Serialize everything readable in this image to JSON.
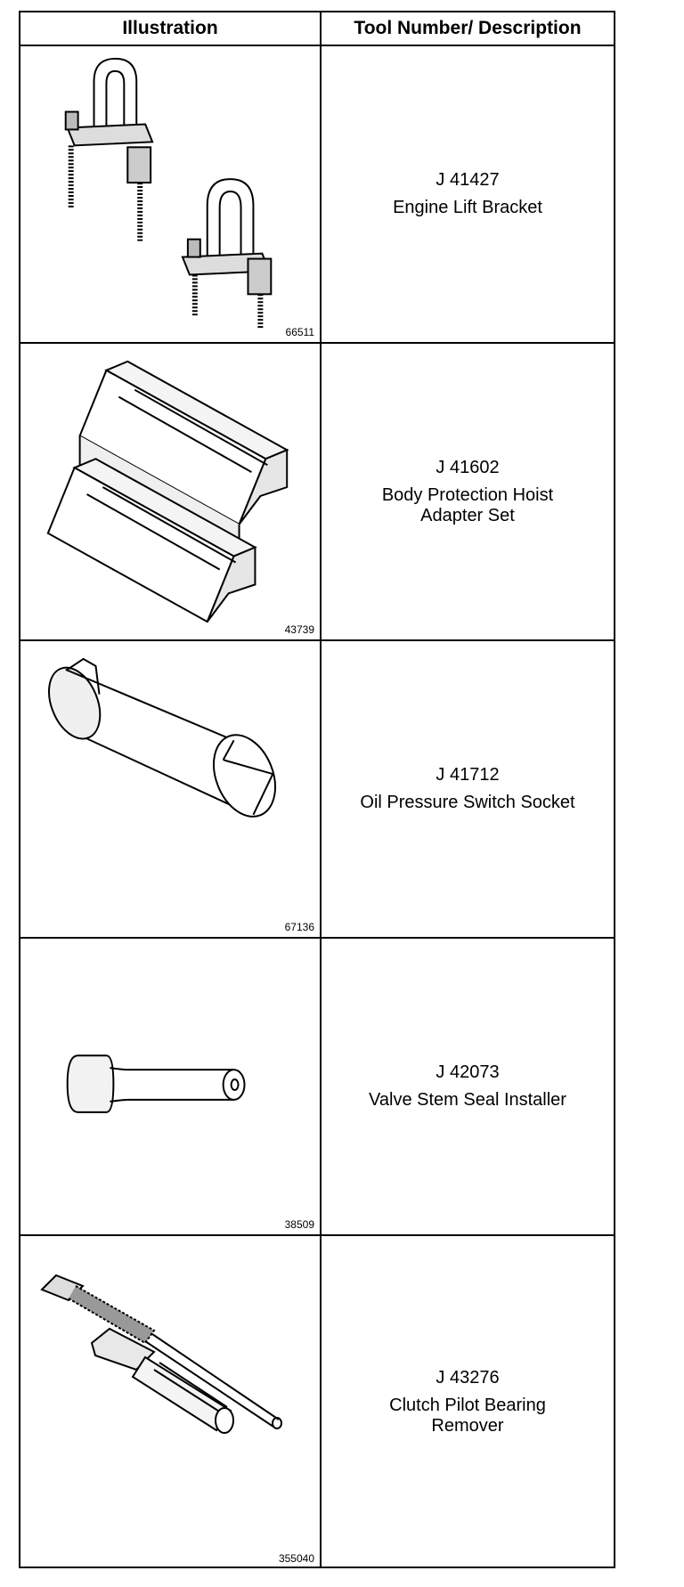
{
  "table": {
    "headers": {
      "illustration": "Illustration",
      "tool": "Tool Number/ Description"
    },
    "rows": [
      {
        "tool_number": "J 41427",
        "description": "Engine Lift Bracket",
        "figure": "66511",
        "icon": "engine-lift-bracket-illustration"
      },
      {
        "tool_number": "J 41602",
        "description": "Body Protection Hoist\nAdapter Set",
        "figure": "43739",
        "icon": "hoist-adapter-set-illustration"
      },
      {
        "tool_number": "J 41712",
        "description": "Oil Pressure Switch Socket",
        "figure": "67136",
        "icon": "oil-pressure-socket-illustration"
      },
      {
        "tool_number": "J 42073",
        "description": "Valve Stem Seal Installer",
        "figure": "38509",
        "icon": "valve-stem-seal-installer-illustration"
      },
      {
        "tool_number": "J 43276",
        "description": "Clutch Pilot Bearing\nRemover",
        "figure": "355040",
        "icon": "clutch-pilot-bearing-remover-illustration"
      }
    ]
  }
}
